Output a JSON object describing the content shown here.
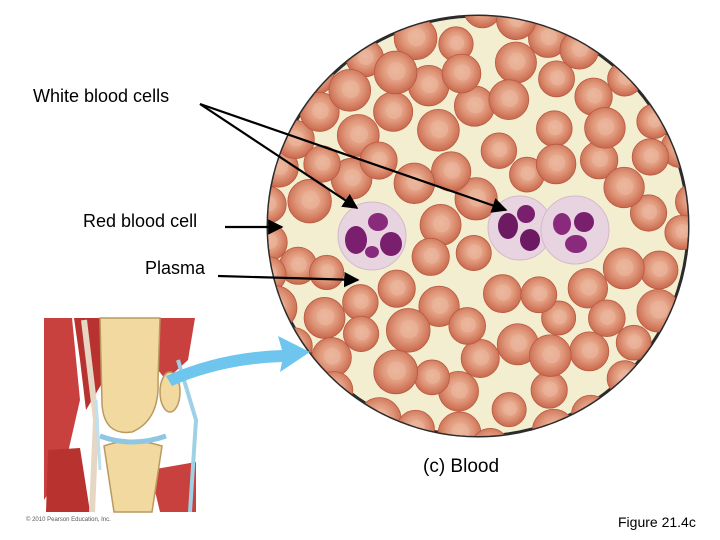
{
  "labels": {
    "white_blood_cells": "White blood cells",
    "red_blood_cell": "Red blood cell",
    "plasma": "Plasma",
    "caption": "(c) Blood",
    "figure": "Figure 21.4c",
    "copyright": "© 2010 Pearson Education, Inc."
  },
  "colors": {
    "plasma_background": "#f3eed0",
    "red_cell": "#d9866a",
    "red_cell_center": "#eab39a",
    "white_cell_body": "#e7d4e0",
    "white_cell_nucleus": "#7a1f6e",
    "pointer_arrow": "#6ec6ee",
    "muscle": "#c9413e",
    "bone": "#f1d9a0"
  }
}
